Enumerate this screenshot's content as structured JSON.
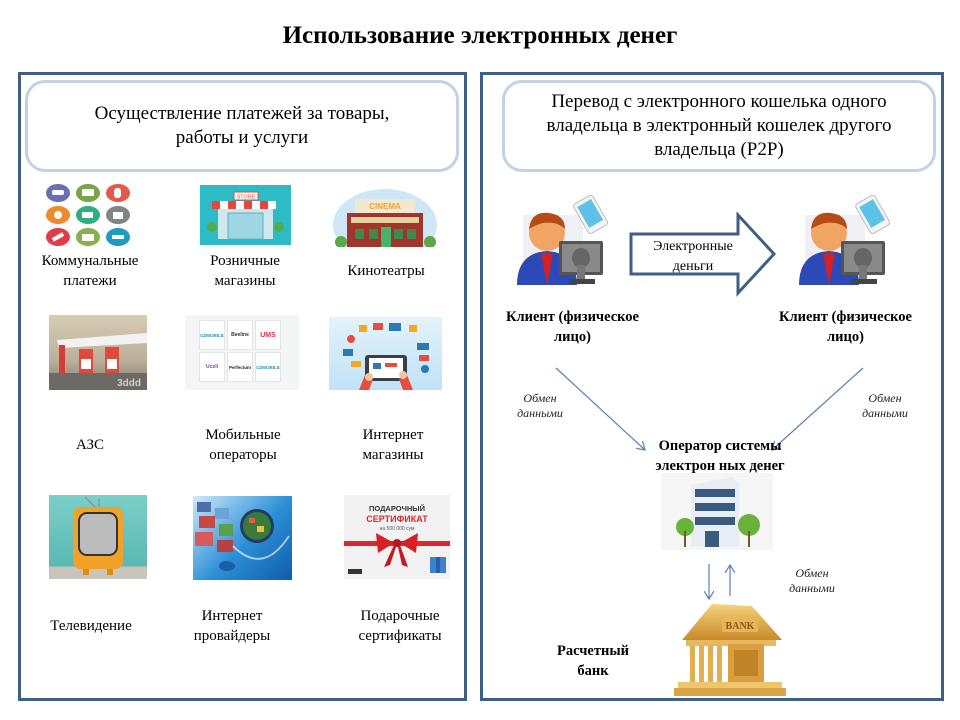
{
  "title": "Использование электронных денег",
  "left_panel": {
    "heading": "Осуществление  платежей  за товары, работы и услуги",
    "items": [
      {
        "label": "Коммунальные платежи",
        "icon": "utilities-icon"
      },
      {
        "label": "Розничные магазины",
        "icon": "store-icon"
      },
      {
        "label": "Кинотеатры",
        "icon": "cinema-icon",
        "image_text": "CINEMA"
      },
      {
        "label": "АЗС",
        "icon": "gas-station-icon",
        "image_text": "3ddd"
      },
      {
        "label": "Мобильные операторы",
        "icon": "mobile-operators-icon",
        "logos": [
          "UZMOBILE",
          "Beeline",
          "UMS",
          "Ucell",
          "Perfectum",
          "UZMOBILE"
        ]
      },
      {
        "label": "Интернет магазины",
        "icon": "online-shop-icon"
      },
      {
        "label": "Телевидение",
        "icon": "tv-icon"
      },
      {
        "label": "Интернет провайдеры",
        "icon": "internet-icon"
      },
      {
        "label": "Подарочные сертификаты",
        "icon": "gift-certificate-icon",
        "image_text": [
          "ПОДАРОЧНЫЙ",
          "СЕРТИФИКАТ",
          "на 500 000 сум"
        ]
      }
    ],
    "store_sign": "STORE"
  },
  "right_panel": {
    "heading": "Перевод с электронного кошелька одного владельца в электронный кошелек другого владельца (P2P)",
    "client_left": "Клиент (физическое лицо)",
    "client_right": "Клиент (физическое лицо)",
    "transfer_arrow": "Электронные деньги",
    "exchange_left": "Обмен данными",
    "exchange_right": "Обмен данными",
    "exchange_bottom": "Обмен данными",
    "operator": "Оператор системы электрон ных денег",
    "bank": "Расчетный банк",
    "bank_sign": "BANK"
  },
  "colors": {
    "panel_border": "#3e5f86",
    "header_border": "#c2d1e4",
    "arrow_border": "#3e5f86",
    "connector": "#5b7fb5"
  }
}
